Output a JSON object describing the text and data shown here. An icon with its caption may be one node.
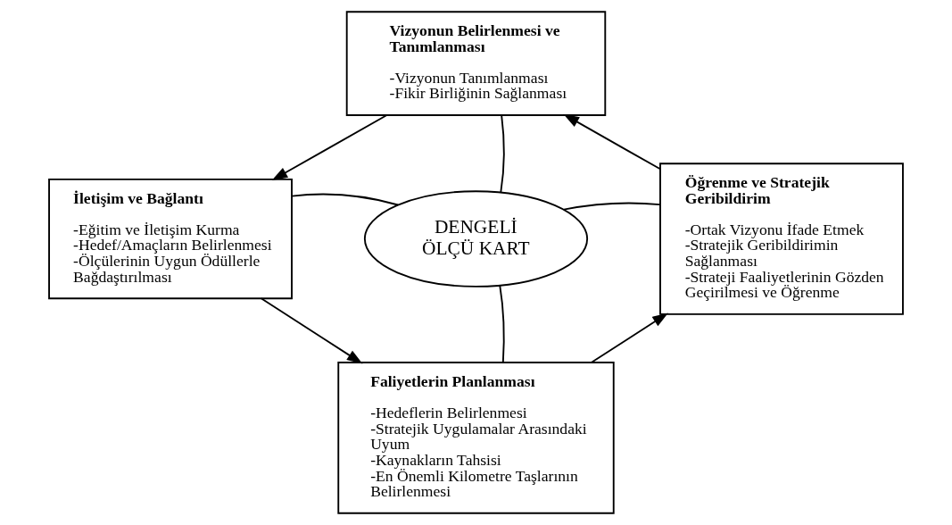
{
  "diagram": {
    "nodes": [
      {
        "text": [
          "Vizyonun Belirlenmesi ve Tanımlanması",
          "-Vizyonun Tanımlanması",
          "-Fikir Birliğinin Sağlanması"
        ]
      },
      {
        "text": [
          "İletişim ve Bağlantı",
          "-Eğitim ve İletişim Kurma",
          "-Hedef/Amaçların Belirlenmesi",
          "-Ölçülerinin Uygun Ödüllerle Bağdaştırılması"
        ]
      },
      {
        "text": [
          "DENGELİ ÖLÇÜ KART"
        ]
      },
      {
        "text": [
          "Öğrenme ve Stratejik Geribildirim",
          "-Ortak Vizyonu İfade Etmek",
          "-Stratejik Geribildirimin Sağlanması",
          "-Strateji Faaliyetlerinin Gözden Geçirilmesi ve Öğrenme"
        ]
      },
      {
        "text": [
          "Faliyetlerin Planlanması",
          "-Hedeflerin Belirlenmesi",
          "-Stratejik Uygulamalar Arasındaki Uyum",
          "-Kaynakların Tahsisi",
          "-En Önemli Kilometre Taşlarının Belirlenmesi"
        ]
      }
    ],
    "edges": [
      {
        "from": 0,
        "to": 1,
        "arrow": "to"
      },
      {
        "from": 1,
        "to": 4,
        "arrow": "to"
      },
      {
        "from": 4,
        "to": 3,
        "arrow": "to"
      },
      {
        "from": 3,
        "to": 0,
        "arrow": "to"
      },
      {
        "from": 2,
        "to": 0,
        "arrow": "none"
      },
      {
        "from": 2,
        "to": 1,
        "arrow": "none"
      },
      {
        "from": 2,
        "to": 3,
        "arrow": "none"
      },
      {
        "from": 2,
        "to": 4,
        "arrow": "none"
      }
    ]
  }
}
